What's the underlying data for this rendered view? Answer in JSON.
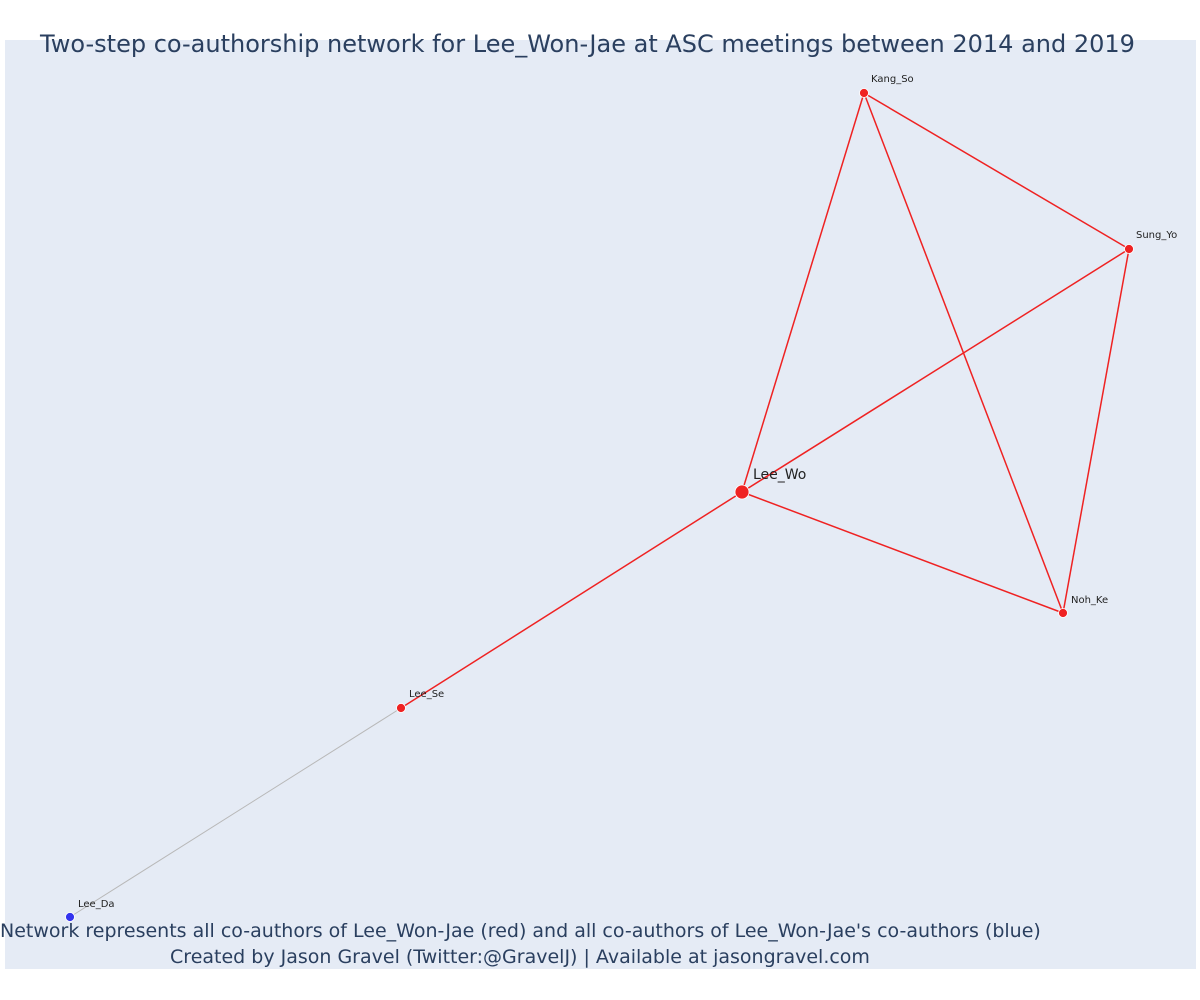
{
  "title": "Two-step co-authorship network for Lee_Won-Jae at ASC meetings between 2014 and 2019",
  "caption": {
    "line1": "Network represents all co-authors of Lee_Won-Jae (red) and all co-authors of Lee_Won-Jae's co-authors (blue)",
    "line2": "Created by Jason Gravel (Twitter:@GravelJ) | Available at jasongravel.com"
  },
  "colors": {
    "background": "#e5ebf5",
    "red": "#ef2222",
    "blue": "#3333ee",
    "gray_edge": "#b8b8b8",
    "text": "#2a3f5f"
  },
  "network": {
    "nodes": [
      {
        "id": "Lee_Wo",
        "label": "Lee_Wo",
        "group": "focal"
      },
      {
        "id": "Kang_So",
        "label": "Kang_So",
        "group": "red"
      },
      {
        "id": "Sung_Yo",
        "label": "Sung_Yo",
        "group": "red"
      },
      {
        "id": "Noh_Ke",
        "label": "Noh_Ke",
        "group": "red"
      },
      {
        "id": "Lee_Se",
        "label": "Lee_Se",
        "group": "red"
      },
      {
        "id": "Lee_Da",
        "label": "Lee_Da",
        "group": "blue"
      }
    ],
    "edges": [
      {
        "source": "Lee_Wo",
        "target": "Kang_So",
        "type": "red"
      },
      {
        "source": "Lee_Wo",
        "target": "Sung_Yo",
        "type": "red"
      },
      {
        "source": "Lee_Wo",
        "target": "Noh_Ke",
        "type": "red"
      },
      {
        "source": "Lee_Wo",
        "target": "Lee_Se",
        "type": "red"
      },
      {
        "source": "Kang_So",
        "target": "Sung_Yo",
        "type": "red"
      },
      {
        "source": "Kang_So",
        "target": "Noh_Ke",
        "type": "red"
      },
      {
        "source": "Sung_Yo",
        "target": "Noh_Ke",
        "type": "red"
      },
      {
        "source": "Lee_Se",
        "target": "Lee_Da",
        "type": "gray"
      }
    ]
  }
}
